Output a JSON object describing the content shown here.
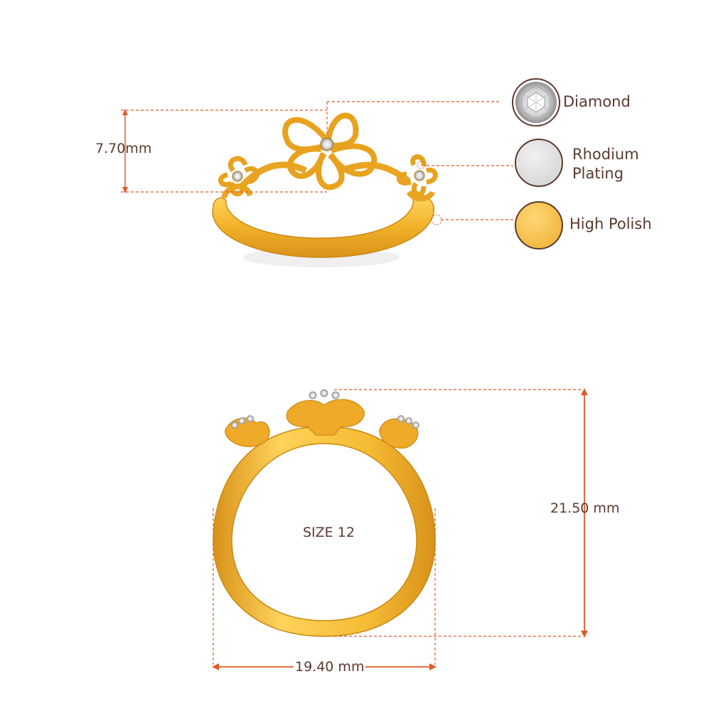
{
  "dimensions": {
    "height_top": "7.70mm",
    "height_front": "21.50 mm",
    "width_front": "19.40 mm",
    "ring_size": "SIZE 12"
  },
  "legend": {
    "diamond": {
      "label": "Diamond",
      "icon": "diamond-swatch"
    },
    "rhodium": {
      "label_line1": "Rhodium",
      "label_line2": "Plating",
      "icon": "rhodium-swatch"
    },
    "polish": {
      "label": "High Polish",
      "icon": "gold-swatch"
    }
  },
  "colors": {
    "gold": "#f2b62f",
    "gold_dark": "#c98a12",
    "gold_light": "#ffd45e",
    "guide_line": "#e05a2a",
    "text": "#5a3a2e",
    "rhodium": "#e3e3e3"
  }
}
